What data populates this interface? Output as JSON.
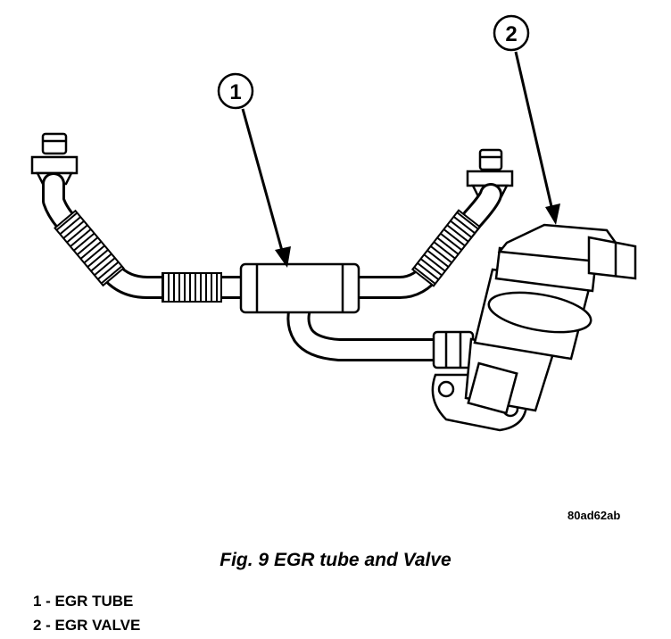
{
  "figure_code": "80ad62ab",
  "caption": "Fig. 9 EGR tube and Valve",
  "callouts": {
    "one": "1",
    "two": "2"
  },
  "legend": [
    {
      "text": "1 - EGR TUBE"
    },
    {
      "text": "2 - EGR VALVE"
    }
  ]
}
